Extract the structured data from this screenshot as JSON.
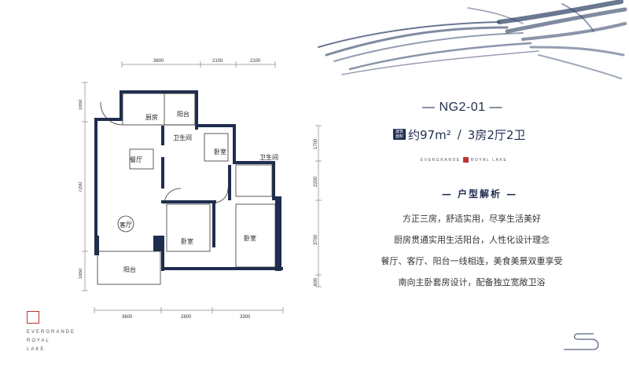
{
  "plan": {
    "top_dims": [
      "3600",
      "2100",
      "2100"
    ],
    "bottom_dims": [
      "3600",
      "2800",
      "3300"
    ],
    "left_dims": [
      "1650",
      "7200",
      "1650"
    ],
    "right_dims": [
      "1700",
      "2200",
      "3700",
      "600"
    ],
    "rooms": {
      "kitchen": "厨房",
      "balcony_top": "阳台",
      "bath1": "卫生间",
      "dining": "餐厅",
      "bed_small_top": "卧室",
      "bath2": "卫生间",
      "living": "客厅",
      "bed_bottom_left": "卧室",
      "bed_master": "卧室",
      "balcony_bottom": "阳台"
    }
  },
  "info": {
    "code": "— NG2-01 —",
    "area_label_line1": "建筑",
    "area_label_line2": "面积",
    "area": "约97m²",
    "separator": "/",
    "rooms": "3房2厅2卫",
    "brand_left": "EVERGRANDE",
    "brand_right": "ROYAL LAKE",
    "section_title": "— 户型解析 —",
    "desc": [
      "方正三房，舒适实用，尽享生活美好",
      "厨房贯通实用生活阳台，人性化设计理念",
      "餐厅、客厅、阳台一线相连，美食美景双重享受",
      "南向主卧套房设计，配备独立宽敞卫浴"
    ]
  },
  "footer": {
    "line1": "EVERGRANDE",
    "line2": "ROYAL",
    "line3": "LAKE"
  },
  "colors": {
    "navy": "#1f2d4f",
    "seal_red": "#b33333"
  }
}
